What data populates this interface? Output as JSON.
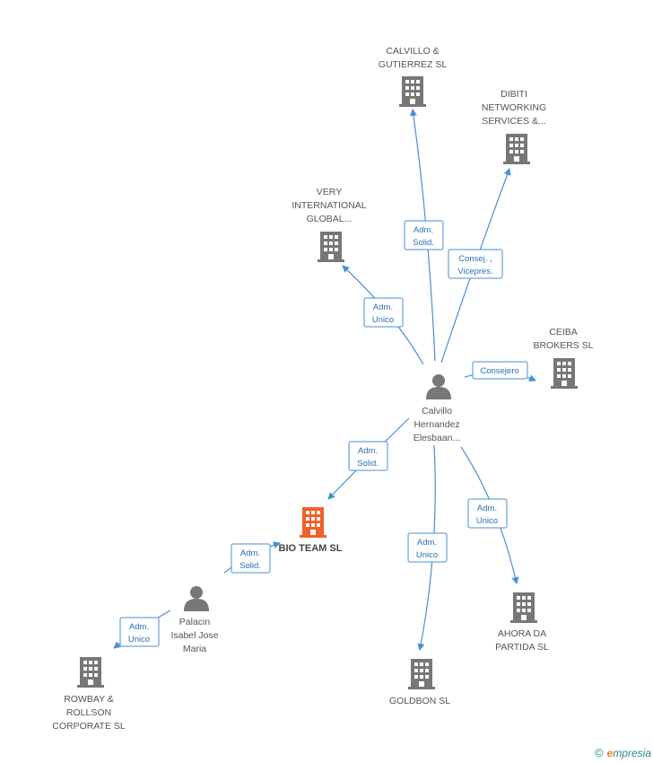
{
  "colors": {
    "edge": "#4a8fd6",
    "company": "#777777",
    "highlight": "#f0602a",
    "person": "#777777"
  },
  "nodes": [
    {
      "id": "calvillo-gutierrez",
      "type": "company",
      "lines": [
        "CALVILLO &",
        "GUTIERREZ SL"
      ]
    },
    {
      "id": "dibiti",
      "type": "company",
      "lines": [
        "DIBITI",
        "NETWORKING",
        "SERVICES &..."
      ]
    },
    {
      "id": "very-international",
      "type": "company",
      "lines": [
        "VERY",
        "INTERNATIONAL",
        "GLOBAL..."
      ]
    },
    {
      "id": "ceiba",
      "type": "company",
      "lines": [
        "CEIBA",
        "BROKERS SL"
      ]
    },
    {
      "id": "calvillo-person",
      "type": "person",
      "lines": [
        "Calvillo",
        "Hernandez",
        "Elesbaan..."
      ]
    },
    {
      "id": "bio-team",
      "type": "company-main",
      "lines": [
        "BIO TEAM SL"
      ]
    },
    {
      "id": "palacin",
      "type": "person",
      "lines": [
        "Palacin",
        "Isabel Jose",
        "Maria"
      ]
    },
    {
      "id": "rowbay",
      "type": "company",
      "lines": [
        "ROWBAY &",
        "ROLLSON",
        "CORPORATE SL"
      ]
    },
    {
      "id": "goldbon",
      "type": "company",
      "lines": [
        "GOLDBON  SL"
      ]
    },
    {
      "id": "ahora",
      "type": "company",
      "lines": [
        "AHORA DA",
        "PARTIDA SL"
      ]
    }
  ],
  "edges": [
    {
      "id": "e1",
      "lines": [
        "Adm.",
        "Solid."
      ]
    },
    {
      "id": "e2",
      "lines": [
        "Consej. ,",
        "Vicepres."
      ]
    },
    {
      "id": "e3",
      "lines": [
        "Adm.",
        "Unico"
      ]
    },
    {
      "id": "e4",
      "lines": [
        "Consejero"
      ]
    },
    {
      "id": "e5",
      "lines": [
        "Adm.",
        "Solid."
      ]
    },
    {
      "id": "e6",
      "lines": [
        "Adm.",
        "Unico"
      ]
    },
    {
      "id": "e7",
      "lines": [
        "Adm.",
        "Unico"
      ]
    },
    {
      "id": "e8",
      "lines": [
        "Adm.",
        "Solid."
      ]
    },
    {
      "id": "e9",
      "lines": [
        "Adm.",
        "Unico"
      ]
    }
  ],
  "logo": {
    "copyright": "©",
    "brand_initial": "e",
    "brand_rest": "mpresia"
  }
}
